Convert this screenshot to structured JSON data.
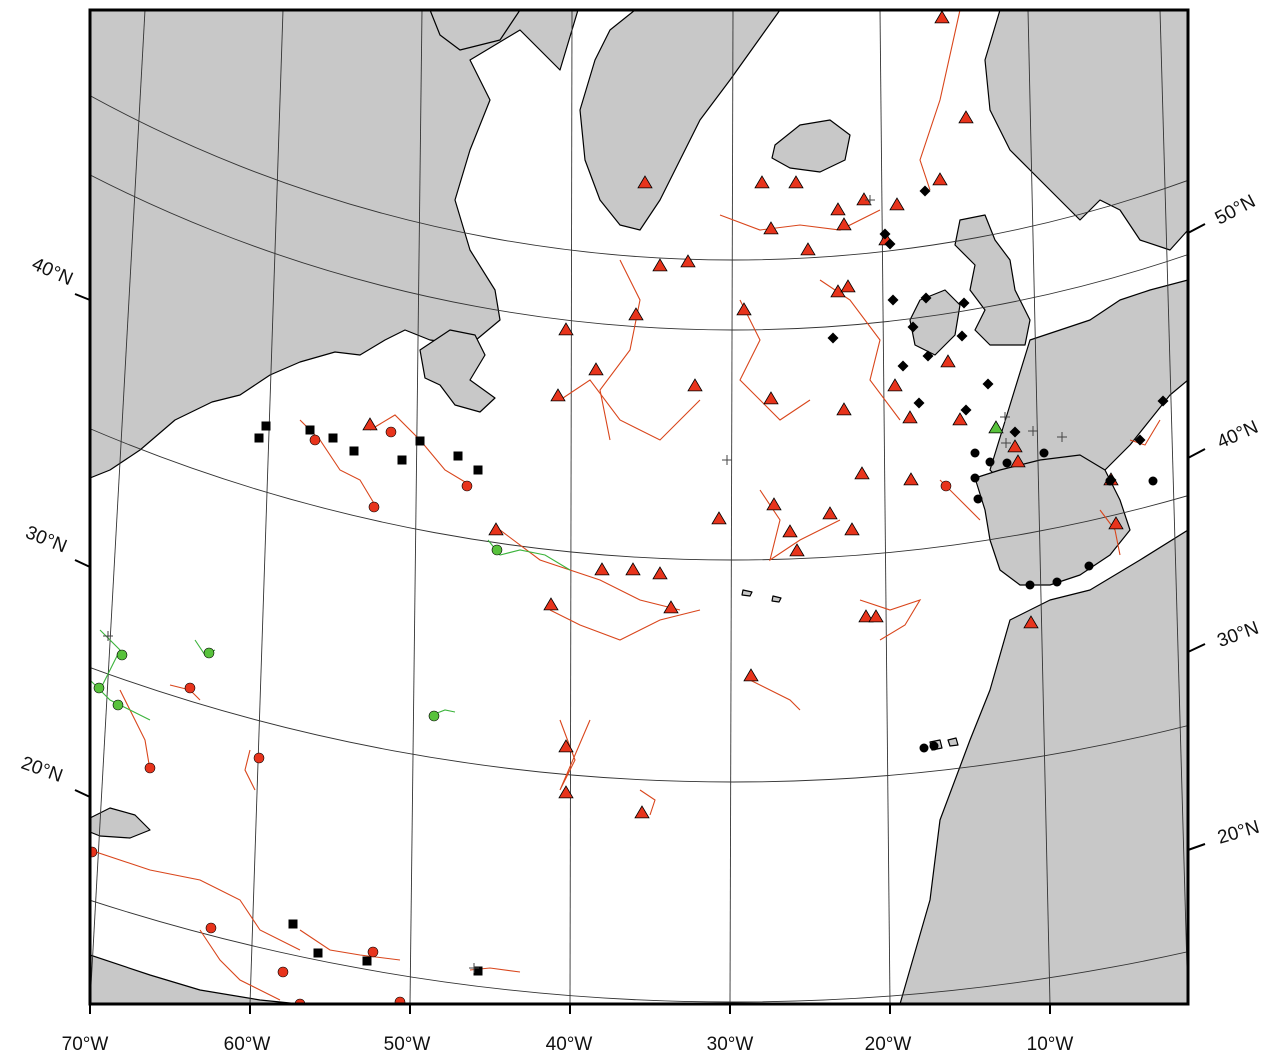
{
  "map": {
    "bottom_labels": [
      "70°W",
      "60°W",
      "50°W",
      "40°W",
      "30°W",
      "20°W",
      "10°W"
    ],
    "left_labels": [
      "40°N",
      "30°N",
      "20°N"
    ],
    "right_labels": [
      "50°N",
      "40°N",
      "30°N",
      "20°N"
    ]
  },
  "colors": {
    "land": "#c8c8c8",
    "coast": "#000000",
    "graticule": "#333333",
    "track_red": "#d9461c",
    "track_green": "#3bb33b",
    "marker_red": "#e8341c",
    "marker_green": "#58c23c",
    "marker_black": "#000000"
  },
  "legend_marker_types": [
    "red-triangle",
    "red-circle",
    "green-circle",
    "green-triangle",
    "black-square",
    "black-diamond",
    "black-circle"
  ]
}
